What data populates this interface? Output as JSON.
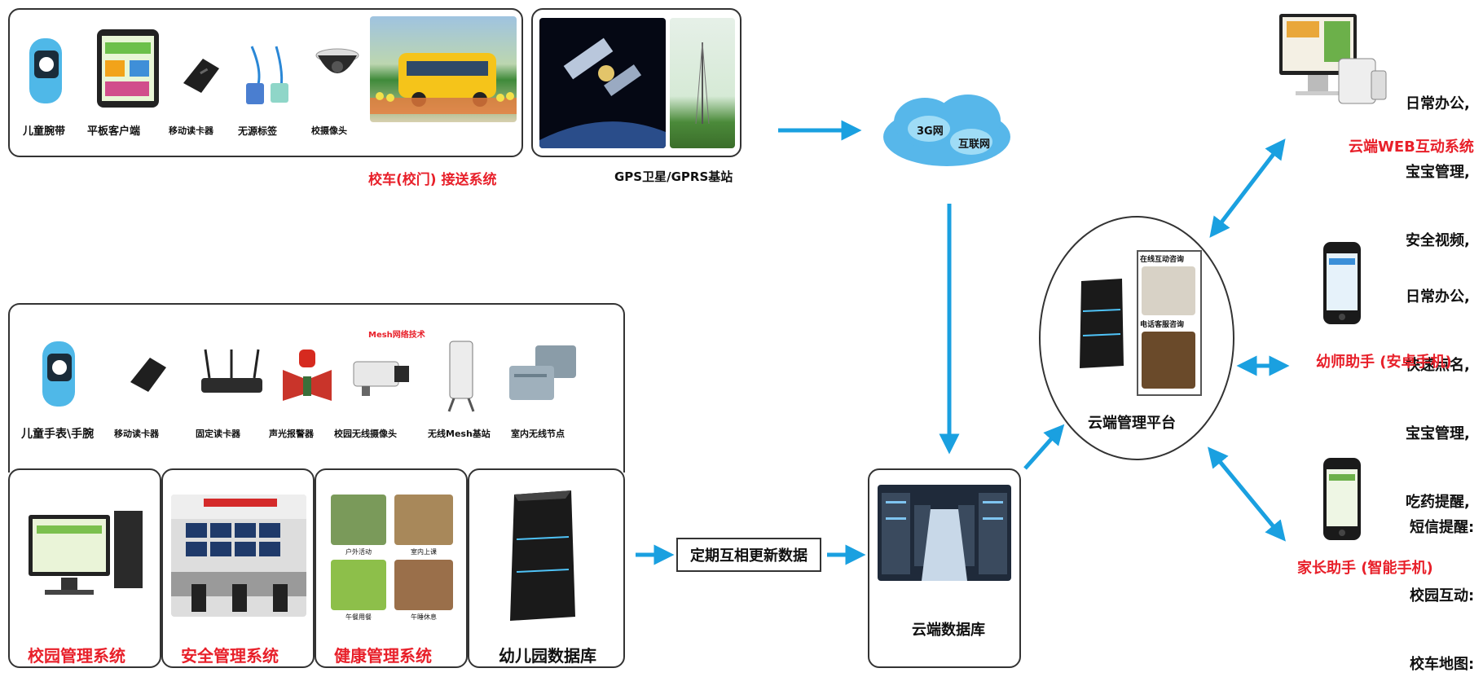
{
  "colors": {
    "arrow": "#1aa0e0",
    "accent_red": "#e8202a",
    "border": "#333333"
  },
  "top_devices": {
    "items": [
      "儿童腕带",
      "平板客户端",
      "移动读卡器",
      "无源标签",
      "校摄像头"
    ],
    "caption": "校车(校门) 接送系统"
  },
  "gps": {
    "caption": "GPS卫星/GPRS基站"
  },
  "cloud": {
    "label1": "3G网",
    "label2": "互联网"
  },
  "mid_devices": {
    "mesh_label": "Mesh网络技术",
    "items": [
      "儿童手表\\手腕",
      "移动读卡器",
      "固定读卡器",
      "声光报警器",
      "校园无线摄像头",
      "无线Mesh基站",
      "室内无线节点"
    ]
  },
  "systems": [
    "校园管理系统",
    "安全管理系统",
    "健康管理系统",
    "幼儿园数据库"
  ],
  "health_captions": [
    "户外活动",
    "室内上课",
    "午餐用餐",
    "午睡休息"
  ],
  "update_label": "定期互相更新数据",
  "cloud_db": {
    "caption": "云端数据库"
  },
  "platform": {
    "caption": "云端管理平台",
    "tag1": "在线互动咨询",
    "tag2": "电话客服咨询"
  },
  "web": {
    "lines": [
      "日常办公,",
      "宝宝管理,",
      "安全视频,"
    ],
    "caption": "云端WEB互动系统"
  },
  "teacher": {
    "lines": [
      "日常办公,",
      "快速点名,",
      "宝宝管理,",
      "吃药提醒,"
    ],
    "caption": "幼师助手 (安卓手机)"
  },
  "parent": {
    "lines": [
      "短信提醒:",
      "校园互动:",
      "校车地图:"
    ],
    "caption": "家长助手 (智能手机)"
  }
}
